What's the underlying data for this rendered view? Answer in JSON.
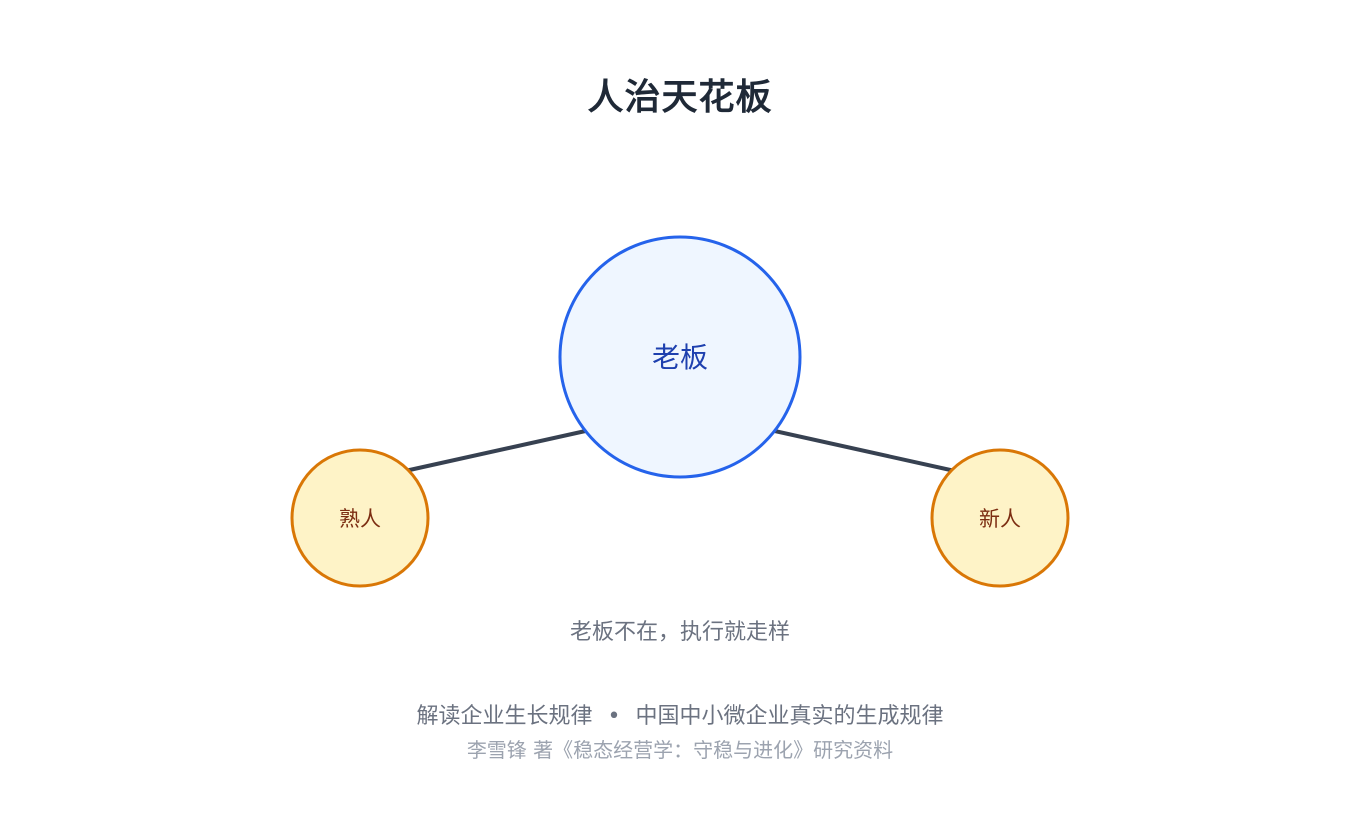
{
  "title": "人治天花板",
  "nodes": {
    "boss": {
      "label": "老板",
      "fill": "#eff6ff",
      "stroke": "#2563eb",
      "text_color": "#1e40af"
    },
    "acquaintance": {
      "label": "熟人",
      "fill": "#fef3c7",
      "stroke": "#d97706",
      "text_color": "#7c2d12"
    },
    "newcomer": {
      "label": "新人",
      "fill": "#fef3c7",
      "stroke": "#d97706",
      "text_color": "#7c2d12"
    }
  },
  "edge_color": "#374151",
  "caption": "老板不在，执行就走样",
  "footer": {
    "left": "解读企业生长规律",
    "separator": "•",
    "right": "中国中小微企业真实的生成规律",
    "credit": "李雪锋 著《稳态经营学：守稳与进化》研究资料"
  }
}
